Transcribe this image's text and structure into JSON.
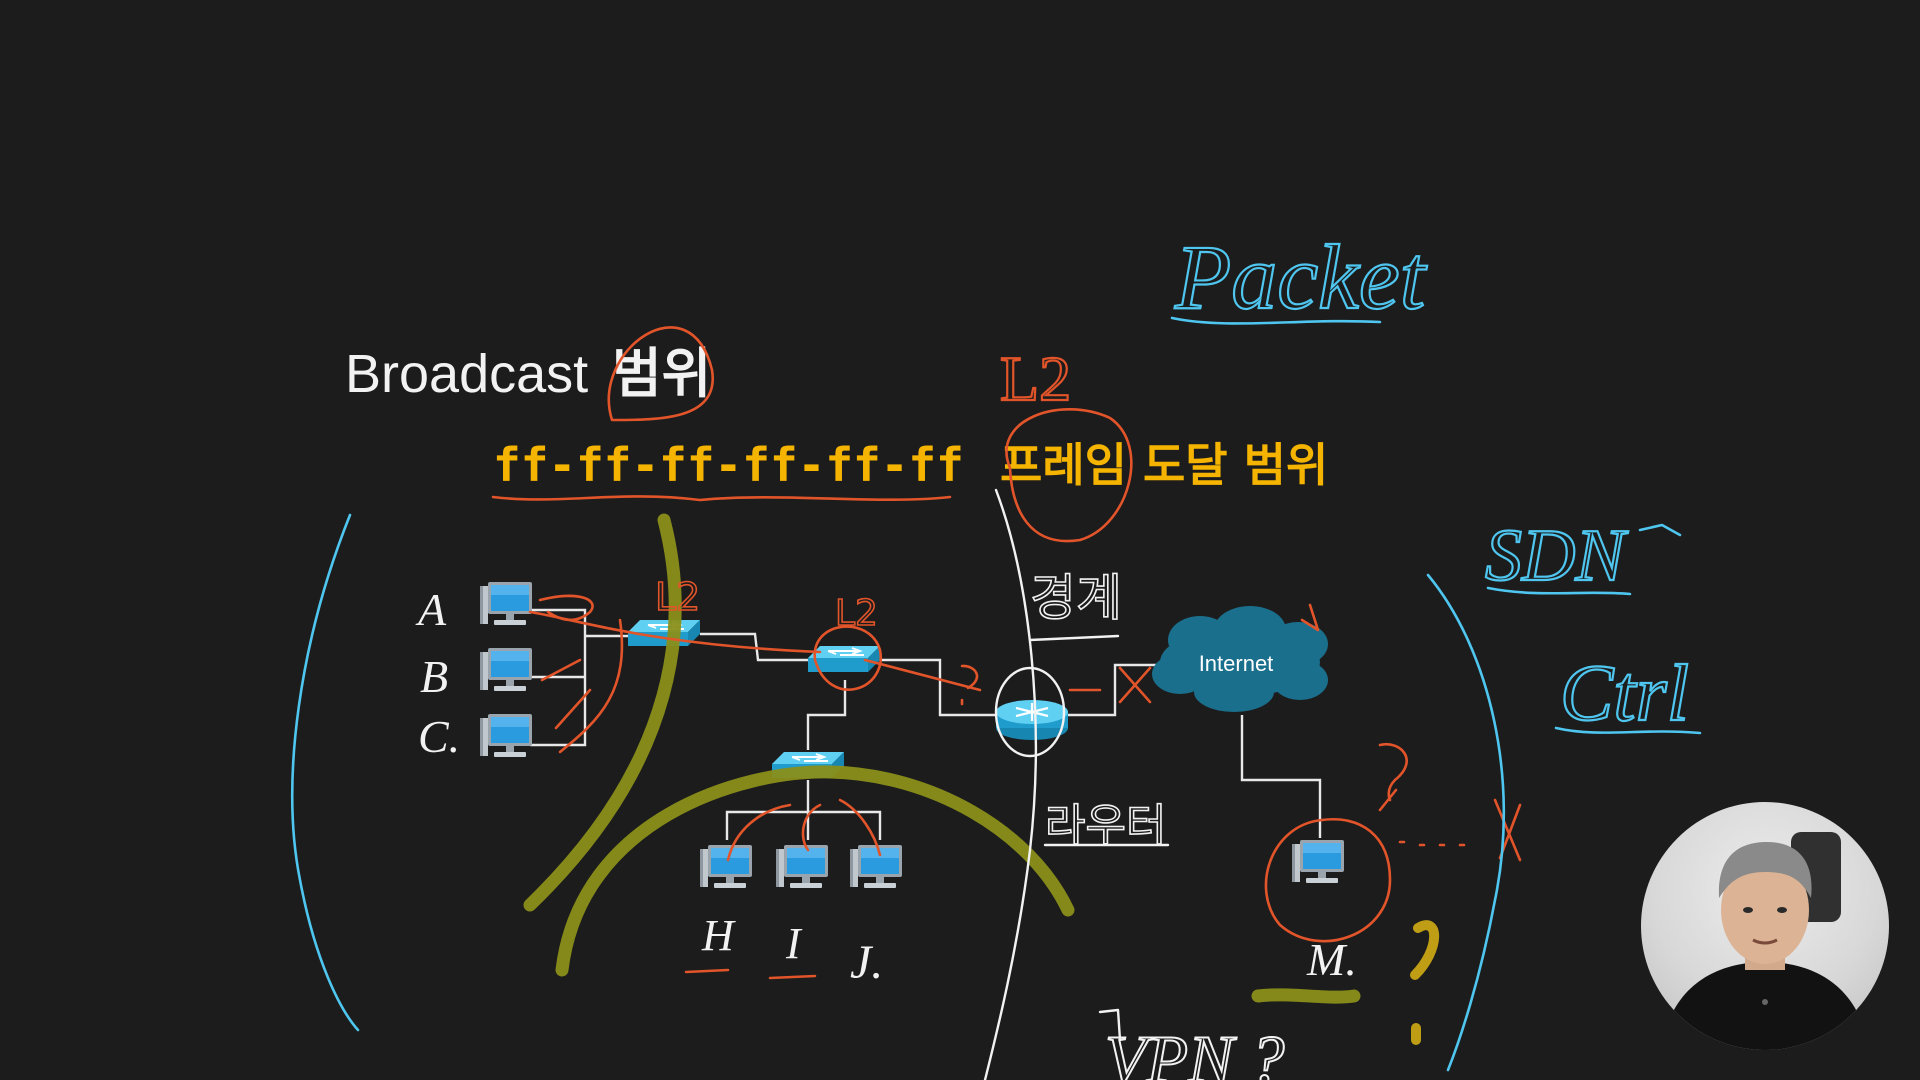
{
  "title": {
    "text": "Broadcast",
    "suffix": "범위"
  },
  "subtitle": {
    "mac": "ff-ff-ff-ff-ff-ff",
    "text": "프레임 도달 범위"
  },
  "hosts_left": [
    {
      "label": "A"
    },
    {
      "label": "B"
    },
    {
      "label": "C."
    }
  ],
  "hosts_bottom": [
    {
      "label": "H"
    },
    {
      "label": "I"
    },
    {
      "label": "J."
    }
  ],
  "cloud": {
    "label": "Internet"
  },
  "remote_host": {
    "label": "M."
  },
  "annotations": {
    "packet": "Packet",
    "l2": "L2",
    "l2_switch": "L2",
    "l2_switch2": "L2",
    "korean_1": "경계",
    "korean_2": "라우터",
    "vpn": "VPN ?",
    "sdn": "SDN",
    "ctrl": "Ctrl"
  },
  "colors": {
    "background": "#1c1c1c",
    "title": "#f2f2f2",
    "subtitle": "#f5b400",
    "device_blue": "#2aa8d6",
    "cloud": "#1a6f8d",
    "pen_orange": "#e2542a",
    "pen_cyan": "#4fc6ef",
    "pen_olive": "#8a8f1a",
    "pen_white": "#f2f2f2"
  },
  "icons": [
    "computer-icon",
    "switch-icon",
    "router-icon",
    "cloud-icon",
    "webcam-presenter"
  ]
}
